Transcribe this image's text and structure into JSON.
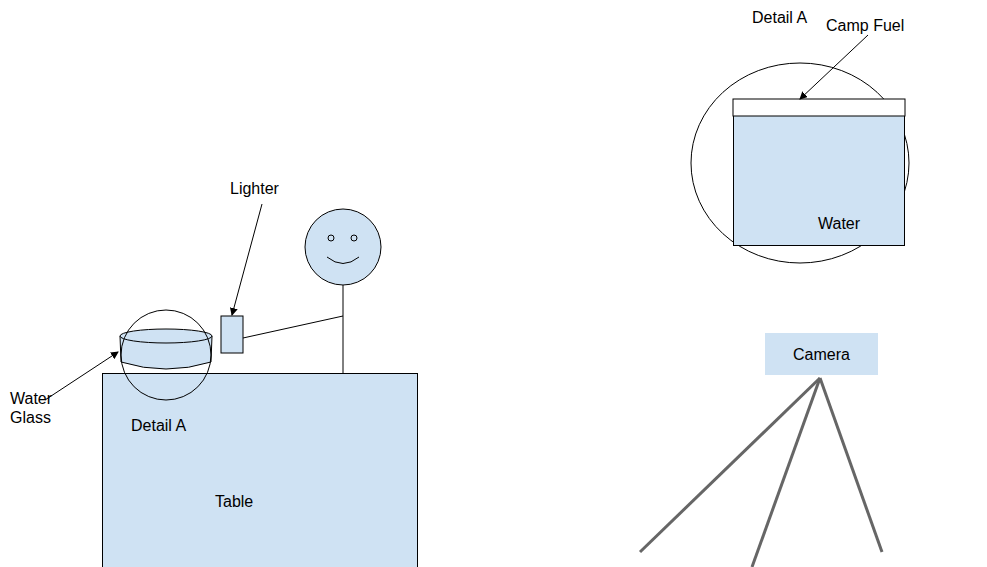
{
  "diagram": {
    "nodes": [
      {
        "text": [
          "Table"
        ]
      },
      {
        "text": [
          "Detail A"
        ]
      },
      {
        "text": [
          "Detail A"
        ]
      },
      {
        "text": [
          "Water"
        ],
        "in": 2
      },
      {
        "text": [
          "Camera"
        ]
      }
    ],
    "labels": [
      "Lighter",
      "Water Glass",
      "Camp Fuel"
    ]
  }
}
